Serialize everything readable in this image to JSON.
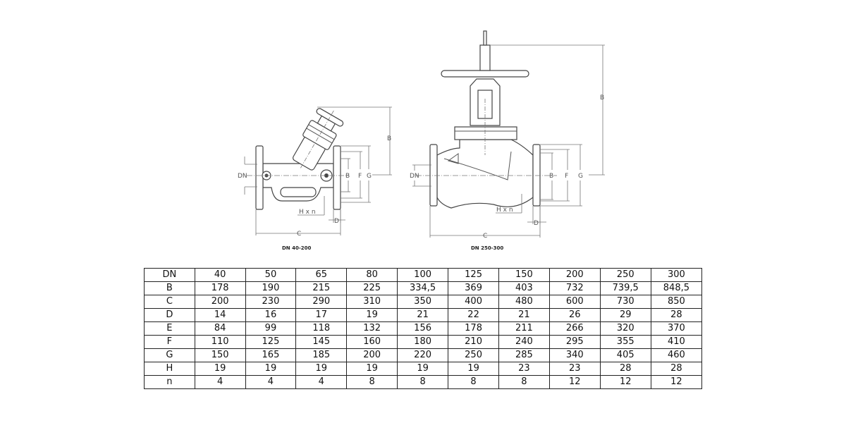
{
  "drawings": [
    {
      "caption": "DN 40-200",
      "labels": {
        "dn": "DN",
        "b": "B",
        "e": "B",
        "f": "F",
        "g": "G",
        "c": "C",
        "d": "D",
        "hxn": "H x n"
      }
    },
    {
      "caption": "DN 250-300",
      "labels": {
        "dn": "DN",
        "b": "B",
        "e": "B",
        "f": "F",
        "g": "G",
        "c": "C",
        "d": "D",
        "hxn": "H x n"
      }
    }
  ],
  "table": {
    "rows": [
      [
        "DN",
        "40",
        "50",
        "65",
        "80",
        "100",
        "125",
        "150",
        "200",
        "250",
        "300"
      ],
      [
        "B",
        "178",
        "190",
        "215",
        "225",
        "334,5",
        "369",
        "403",
        "732",
        "739,5",
        "848,5"
      ],
      [
        "C",
        "200",
        "230",
        "290",
        "310",
        "350",
        "400",
        "480",
        "600",
        "730",
        "850"
      ],
      [
        "D",
        "14",
        "16",
        "17",
        "19",
        "21",
        "22",
        "21",
        "26",
        "29",
        "28"
      ],
      [
        "E",
        "84",
        "99",
        "118",
        "132",
        "156",
        "178",
        "211",
        "266",
        "320",
        "370"
      ],
      [
        "F",
        "110",
        "125",
        "145",
        "160",
        "180",
        "210",
        "240",
        "295",
        "355",
        "410"
      ],
      [
        "G",
        "150",
        "165",
        "185",
        "200",
        "220",
        "250",
        "285",
        "340",
        "405",
        "460"
      ],
      [
        "H",
        "19",
        "19",
        "19",
        "19",
        "19",
        "19",
        "23",
        "23",
        "28",
        "28"
      ],
      [
        "n",
        "4",
        "4",
        "4",
        "8",
        "8",
        "8",
        "8",
        "12",
        "12",
        "12"
      ]
    ]
  }
}
